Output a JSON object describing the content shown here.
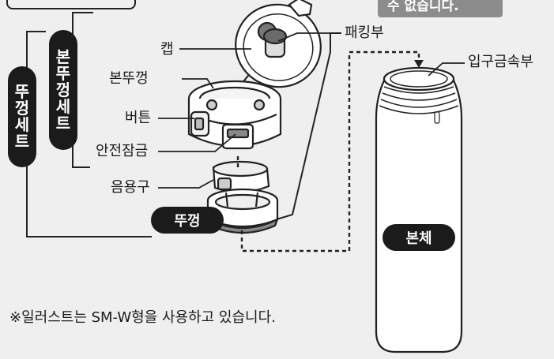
{
  "banner_text": "수 없습니다.",
  "labels": {
    "cap": "캡",
    "lid_body": "본뚜껑",
    "button": "버튼",
    "safety_lock": "안전잠금",
    "spout": "음용구",
    "packing": "패킹부",
    "mouth_metal": "입구금속부"
  },
  "pills": {
    "lid": "뚜껑",
    "body": "본체",
    "lid_set": "뚜껑세트",
    "main_lid_set": "본뚜껑세트"
  },
  "note": "※일러스트는 SM-W형을 사용하고 있습니다."
}
